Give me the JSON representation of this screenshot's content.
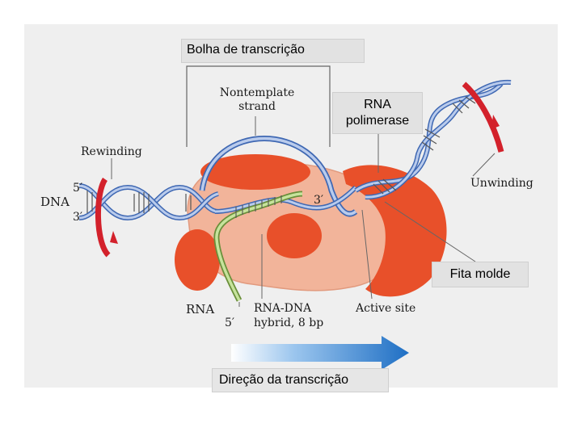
{
  "labels": {
    "transcription_bubble": "Bolha de transcrição",
    "rna_polymerase": "RNA polimerase",
    "template_strand": "Fita molde",
    "transcription_direction": "Direção da transcrição",
    "nontemplate_strand_line1": "Nontemplate",
    "nontemplate_strand_line2": "strand",
    "rewinding": "Rewinding",
    "unwinding": "Unwinding",
    "dna": "DNA",
    "five_prime_dna": "5′",
    "three_prime_dna": "3′",
    "three_prime_rna": "3′",
    "rna": "RNA",
    "five_prime_rna": "5′",
    "rna_dna_hybrid_line1": "RNA-DNA",
    "rna_dna_hybrid_line2": "hybrid, 8 bp",
    "active_site": "Active site"
  },
  "colors": {
    "enzyme_body": "#f2b49a",
    "enzyme_dark": "#e8502a",
    "dna_strand": "#9fb6e0",
    "dna_strand_dark": "#3f68b3",
    "rna_strand": "#a8d07a",
    "rotation_arrow": "#d3212b",
    "direction_arrow": "#1f6fc4"
  }
}
